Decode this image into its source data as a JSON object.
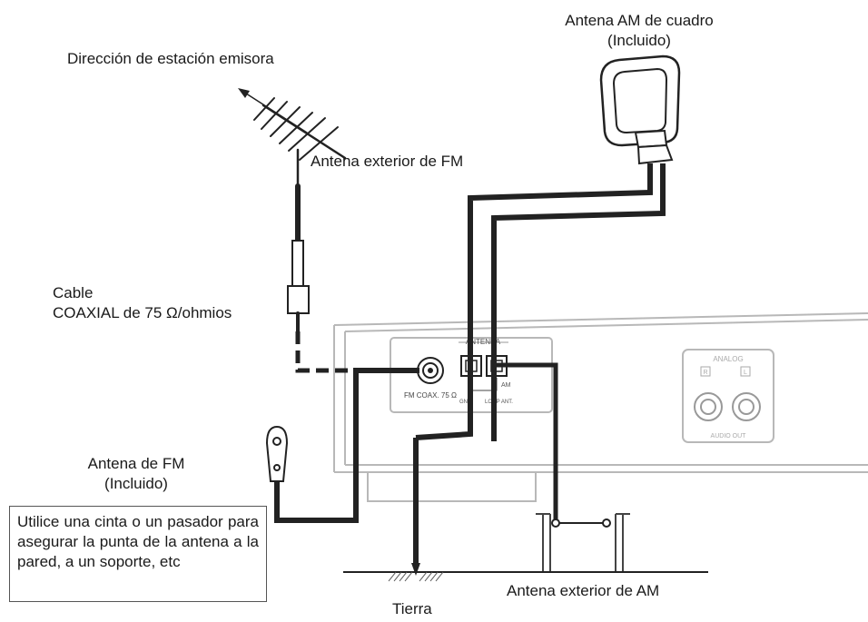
{
  "labels": {
    "direction": "Dirección de estación emisora",
    "fm_outdoor": "Antena exterior de FM",
    "am_loop_title": "Antena AM de cuadro",
    "am_loop_included": "(Incluido)",
    "coax_cable_line1": "Cable",
    "coax_cable_line2": "COAXIAL de 75 Ω/ohmios",
    "fm_antenna_title": "Antena de FM",
    "fm_antenna_included": "(Incluido)",
    "am_outdoor": "Antena exterior de AM",
    "ground": "Tierra",
    "note": "Utilice una cinta o un pasador para asegurar la punta de la antena a la pared, a un soporte, etc"
  },
  "panel": {
    "antenna": "ANTENNA",
    "fm_coax": "FM COAX. 75 Ω",
    "am": "AM",
    "gnd": "GND",
    "loop_ant": "LOOP ANT.",
    "analog": "ANALOG",
    "r": "R",
    "l": "L",
    "audio_out": "AUDIO OUT"
  }
}
